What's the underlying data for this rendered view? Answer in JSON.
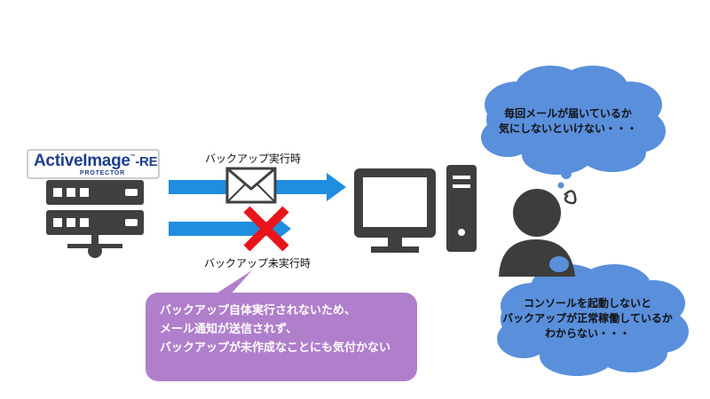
{
  "logo": {
    "name": "ActiveImage",
    "trademark": "™",
    "suffix": "-RE",
    "subtitle": "PROTECTOR"
  },
  "labels": {
    "backup_executed": "バックアップ実行時",
    "backup_not_executed": "バックアップ未実行時"
  },
  "callout": {
    "lines": [
      "バックアップ自体実行されないため、",
      "メール通知が送信されず、",
      "バックアップが未作成なことにも気付かない"
    ]
  },
  "cloud_top": {
    "lines": [
      "毎回メールが届いているか",
      "気にしないといけない・・・"
    ]
  },
  "cloud_bottom": {
    "lines": [
      "コンソールを起動しないと",
      "バックアップが正常稼働しているか",
      "わからない・・・"
    ]
  },
  "colors": {
    "arrow": "#1f8de0",
    "cross": "#e8151b",
    "server": "#404040",
    "computer": "#3f3f3f",
    "person": "#3d3d3d",
    "cloud": "#5a8fdb",
    "callout": "#b07fcc",
    "logo": "#1f3f8f"
  }
}
